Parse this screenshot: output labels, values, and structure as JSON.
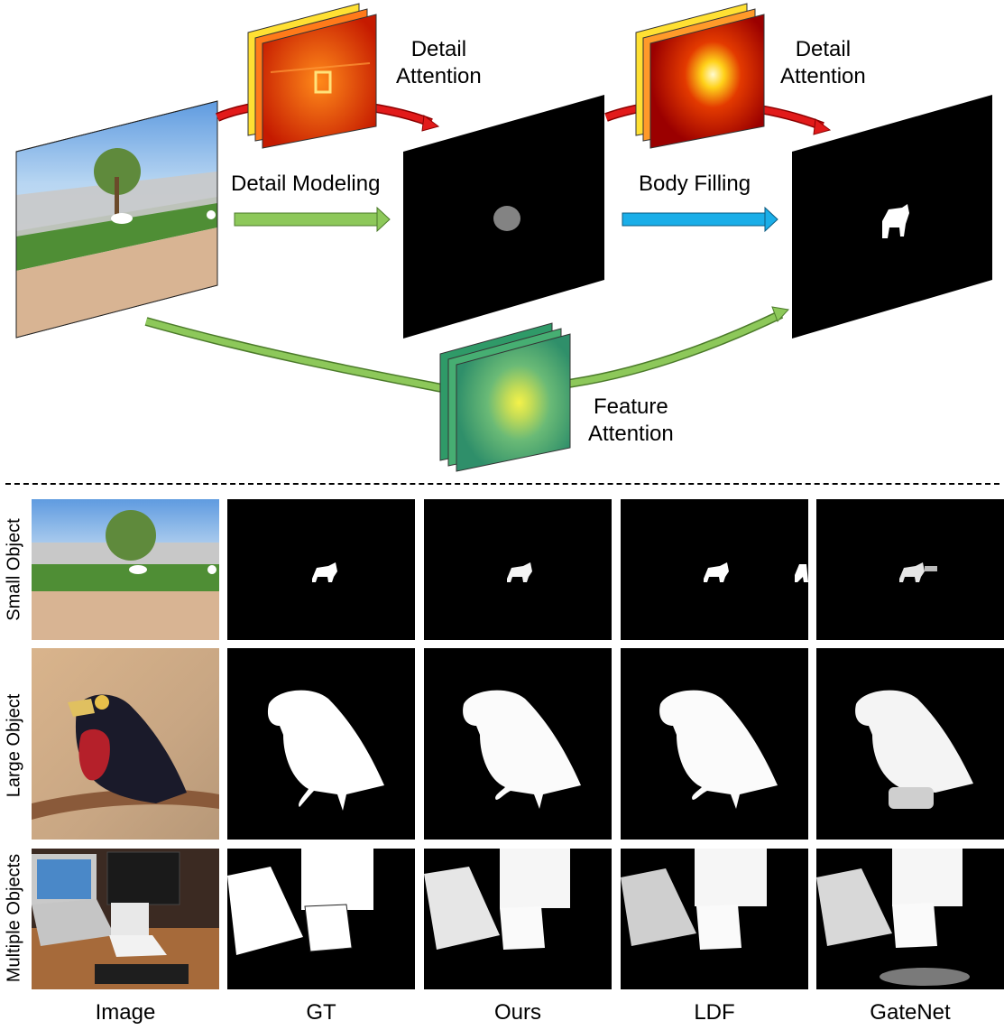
{
  "diagram": {
    "detail_attention_1": [
      "Detail",
      "Attention"
    ],
    "detail_attention_2": [
      "Detail",
      "Attention"
    ],
    "detail_modeling": "Detail Modeling",
    "body_filling": "Body Filling",
    "feature_attention": [
      "Feature",
      "Attention"
    ]
  },
  "grid": {
    "rows": [
      "Small Object",
      "Large Object",
      "Multiple Objects"
    ],
    "columns": [
      "Image",
      "GT",
      "Ours",
      "LDF",
      "GateNet"
    ]
  },
  "colors": {
    "green_arrow": "#8dc85a",
    "blue_arrow": "#1aaee8",
    "red_arrow": "#e21a1a"
  }
}
